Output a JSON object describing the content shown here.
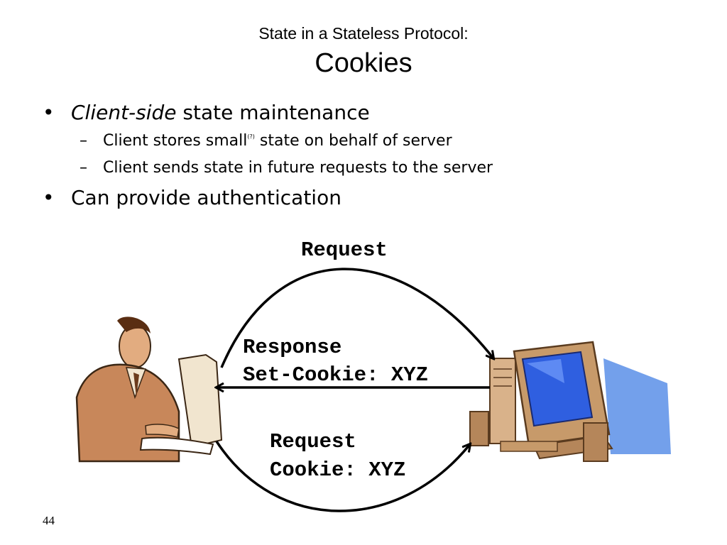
{
  "title": {
    "line1": "State in a Stateless Protocol:",
    "line2": "Cookies"
  },
  "bullets": [
    {
      "emph": "Client-side",
      "rest": " state maintenance",
      "sub": [
        {
          "pre": "Client stores small",
          "sup": "(?)",
          "post": " state on behalf of server"
        },
        {
          "text": "Client sends state in future requests to the server"
        }
      ]
    },
    {
      "text": "Can provide authentication"
    }
  ],
  "diagram": {
    "request_label": "Request",
    "response_label": "Response",
    "set_cookie_label": "Set-Cookie: XYZ",
    "request2_label": "Request",
    "cookie_label": "Cookie: XYZ",
    "icons": {
      "client": "person-at-computer-icon",
      "server": "desktop-computer-icon"
    },
    "colors": {
      "skin": "#c8875a",
      "screen": "#2f5fe0",
      "shadow": "#5b8fe8",
      "computer": "#c79a6a"
    }
  },
  "page_number": "44"
}
